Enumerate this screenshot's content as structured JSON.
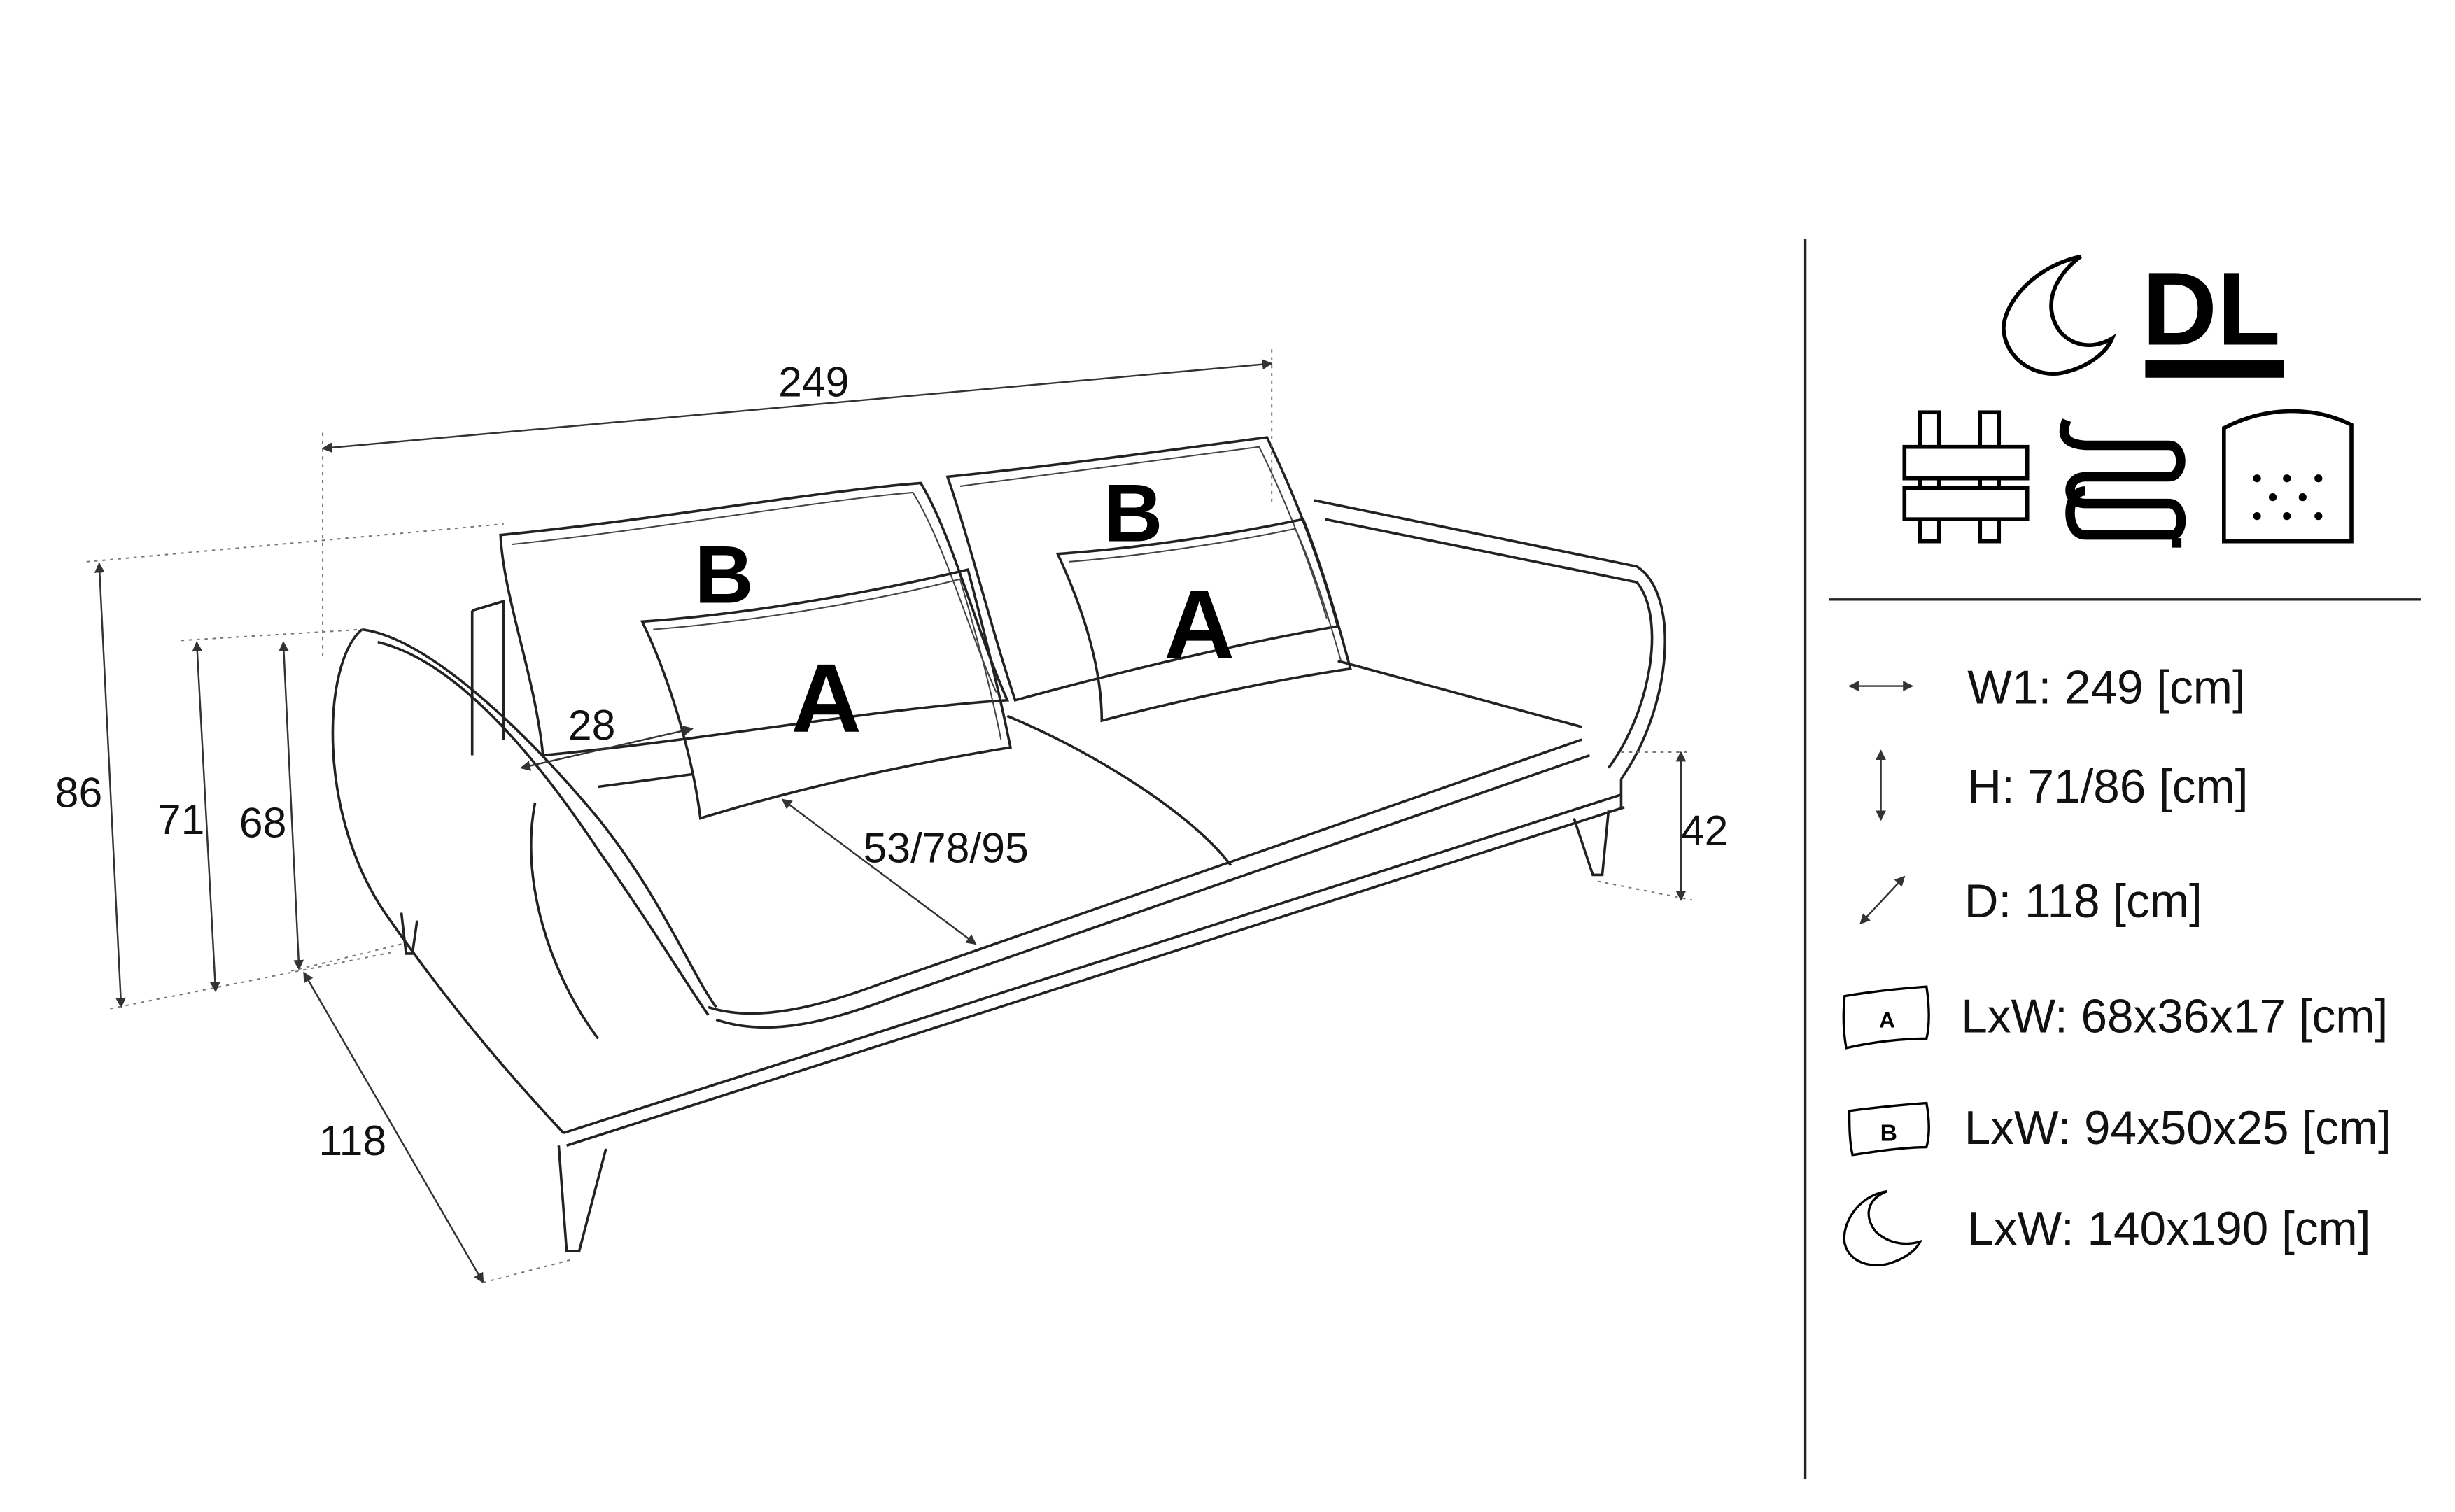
{
  "drawing": {
    "dimensions": {
      "width": "249",
      "height_back": "86",
      "height_arm": "71",
      "height_arm_inner": "68",
      "arm_width": "28",
      "seat_depth": "53/78/95",
      "seat_height": "42",
      "depth": "118"
    },
    "pillow_labels": {
      "a": "A",
      "b": "B"
    }
  },
  "legend": {
    "badge": "DL",
    "icons": [
      "moon-icon",
      "dl-badge",
      "woven-webbing-icon",
      "zigzag-spring-icon",
      "foam-icon"
    ],
    "rows": [
      {
        "icon": "horizontal-arrow-icon",
        "text": "W1: 249 [cm]"
      },
      {
        "icon": "vertical-arrow-icon",
        "text": "H: 71/86 [cm]"
      },
      {
        "icon": "diagonal-arrow-icon",
        "text": "D: 118 [cm]"
      },
      {
        "icon": "pillow-a-icon",
        "icon_label": "A",
        "text": "LxW: 68x36x17 [cm]"
      },
      {
        "icon": "pillow-b-icon",
        "icon_label": "B",
        "text": "LxW: 94x50x25 [cm]"
      },
      {
        "icon": "moon-icon",
        "text": "LxW: 140x190 [cm]"
      }
    ]
  }
}
